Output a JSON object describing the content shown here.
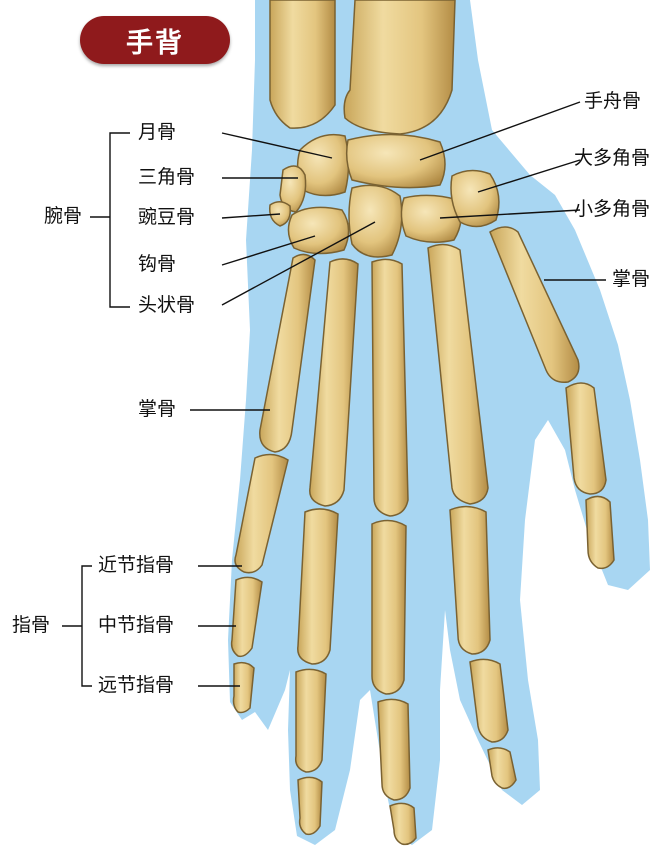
{
  "title": "手背",
  "colors": {
    "title_bg": "#8f1a1c",
    "title_text": "#ffffff",
    "hand_silhouette": "#a8d6f2",
    "bone_fill": "#e9cf8e",
    "bone_outline": "#7a6232",
    "leader_line": "#111111"
  },
  "labels": {
    "lunate": "月骨",
    "triquetrum": "三角骨",
    "carpals_group": "腕骨",
    "pisiform": "豌豆骨",
    "hamate": "钩骨",
    "capitate": "头状骨",
    "metacarpal_left": "掌骨",
    "scaphoid": "手舟骨",
    "trapezium": "大多角骨",
    "trapezoid": "小多角骨",
    "metacarpal_right": "掌骨",
    "proximal_phalanx": "近节指骨",
    "phalanges_group": "指骨",
    "middle_phalanx": "中节指骨",
    "distal_phalanx": "远节指骨"
  }
}
